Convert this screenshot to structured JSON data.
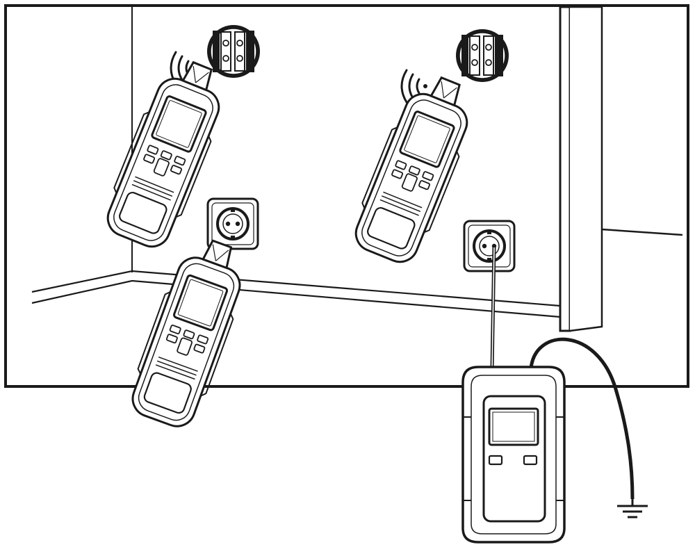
{
  "diagram": {
    "colors": {
      "ink": "#1a1a1a",
      "background": "#ffffff",
      "screen_fill": "#f4f4f4",
      "face_fill": "#e9e9e9"
    },
    "elements": [
      {
        "name": "wall-panel",
        "kind": "wall"
      },
      {
        "name": "junction-box-left",
        "kind": "breaker-terminal",
        "signal": true
      },
      {
        "name": "junction-box-right",
        "kind": "breaker-terminal",
        "signal": true
      },
      {
        "name": "socket-left",
        "kind": "wall-socket"
      },
      {
        "name": "socket-right",
        "kind": "wall-socket",
        "connected_to": "transmitter"
      },
      {
        "name": "receiver-upper-left",
        "kind": "handheld-receiver"
      },
      {
        "name": "receiver-upper-right",
        "kind": "handheld-receiver"
      },
      {
        "name": "receiver-lower",
        "kind": "handheld-receiver"
      },
      {
        "name": "transmitter-unit",
        "kind": "transmitter"
      },
      {
        "name": "ground-symbol",
        "kind": "earth-ground"
      }
    ]
  }
}
